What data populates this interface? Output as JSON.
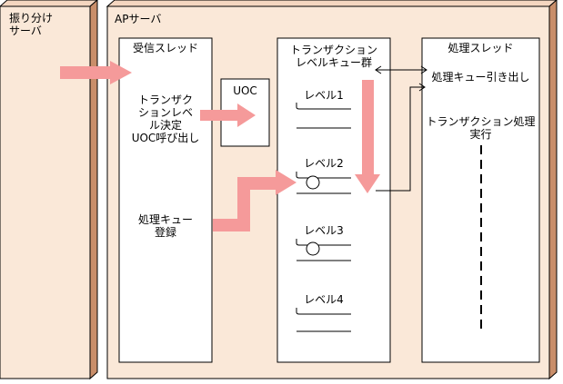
{
  "diagram": {
    "dist_server": {
      "line1": "振り分け",
      "line2": "サーバ"
    },
    "ap_server": {
      "title": "APサーバ"
    },
    "receive_thread": {
      "title": "受信スレッド",
      "lines": [
        "トランザク",
        "ションレベ",
        "ル決定",
        "UOC呼び出し"
      ]
    },
    "uoc": {
      "label": "UOC"
    },
    "enqueue": {
      "lines": [
        "処理キュー",
        "登録"
      ]
    },
    "level_queue": {
      "title_lines": [
        "トランザクション",
        "レベルキュー群"
      ],
      "levels": [
        "レベル1",
        "レベル2",
        "レベル3",
        "レベル4"
      ]
    },
    "process_thread": {
      "title": "処理スレッド",
      "dequeue": "処理キュー引き出し",
      "execute_lines": [
        "トランザクション処理",
        "実行"
      ]
    }
  }
}
